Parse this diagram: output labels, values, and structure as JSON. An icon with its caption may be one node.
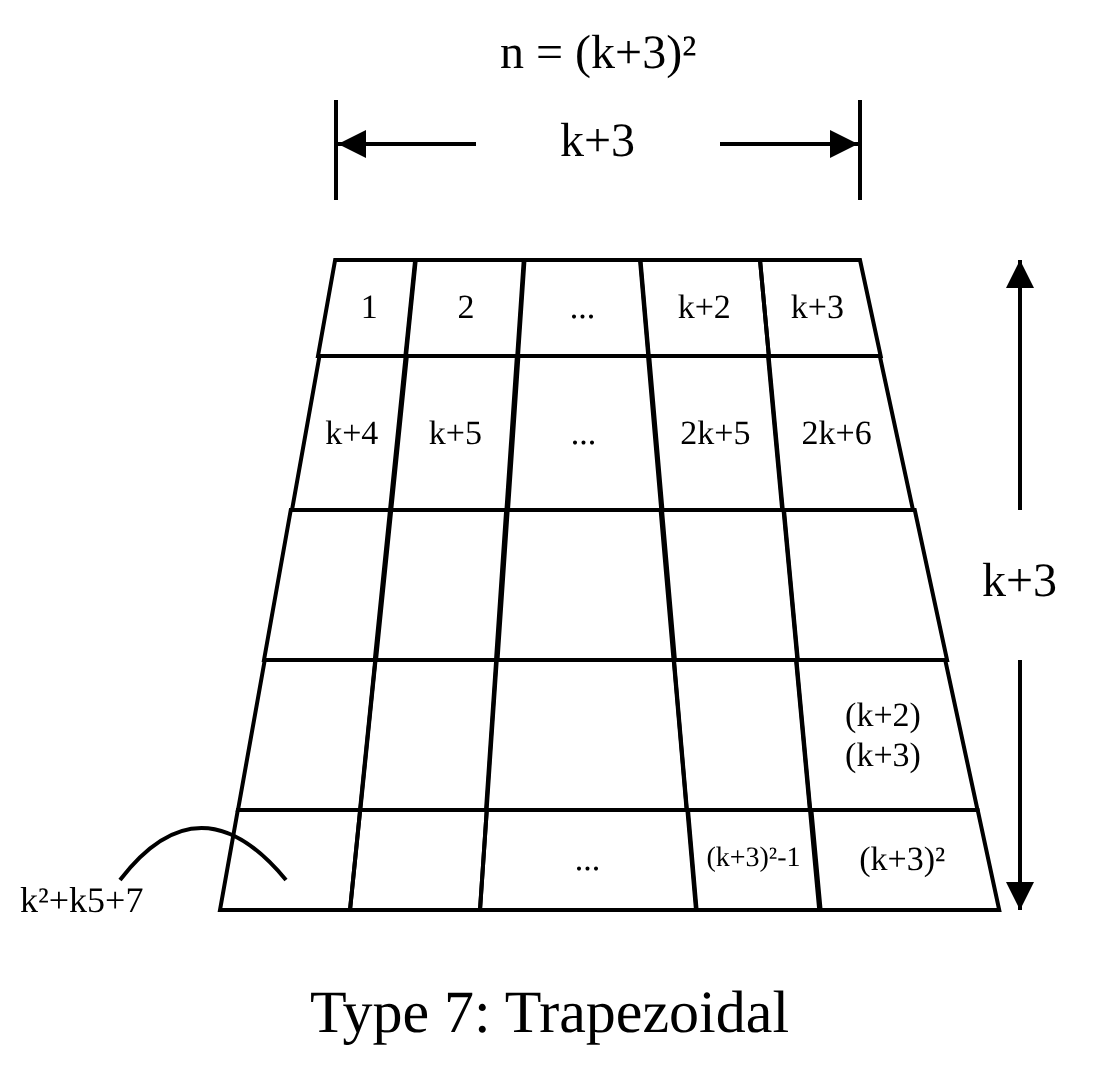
{
  "diagram": {
    "caption": "Type 7: Trapezoidal",
    "nodes": [
      {
        "text": [
          "1"
        ]
      },
      {
        "text": [
          "2"
        ]
      },
      {
        "text": [
          "..."
        ]
      },
      {
        "text": [
          "k+2"
        ]
      },
      {
        "text": [
          "k+3"
        ]
      },
      {
        "text": [
          "k+4"
        ]
      },
      {
        "text": [
          "k+5"
        ]
      },
      {
        "text": [
          "..."
        ]
      },
      {
        "text": [
          "2k+5"
        ]
      },
      {
        "text": [
          "2k+6"
        ]
      },
      {
        "text": [],
        "shape": "box"
      },
      {
        "text": [],
        "shape": "box"
      },
      {
        "text": [],
        "shape": "box"
      },
      {
        "text": [],
        "shape": "box"
      },
      {
        "text": [],
        "shape": "box"
      },
      {
        "text": [],
        "shape": "box"
      },
      {
        "text": [],
        "shape": "box"
      },
      {
        "text": [],
        "shape": "box"
      },
      {
        "text": [],
        "shape": "box"
      },
      {
        "text": [
          "(k+2) (k+3)"
        ]
      },
      {
        "text": [],
        "shape": "box"
      },
      {
        "text": [],
        "shape": "box"
      },
      {
        "text": [
          "..."
        ]
      },
      {
        "text": [
          "(k+3)²-1"
        ]
      },
      {
        "text": [
          "(k+3)²"
        ]
      },
      {
        "text": [
          "k²+k5+7"
        ]
      }
    ],
    "edges": [
      {
        "from": 25,
        "to": 20,
        "arrow": "none"
      }
    ],
    "labels": [
      "n = (k+3)²",
      "k+3",
      "k+3"
    ]
  }
}
